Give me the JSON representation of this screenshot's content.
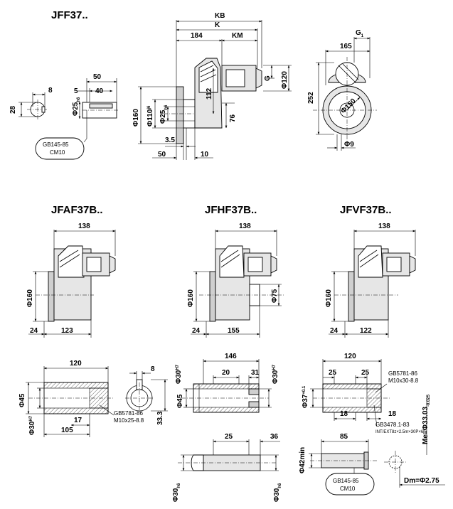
{
  "titles": {
    "jff37": "JFF37..",
    "jfaf37b": "JFAF37B..",
    "jfhf37b": "JFHF37B..",
    "jfvf37b": "JFVF37B.."
  },
  "jff37": {
    "kb": "KB",
    "k": "K",
    "d184": "184",
    "km": "KM",
    "g1": "G",
    "g1_sub": "1",
    "g": "G",
    "d165": "165",
    "phi120": "Φ120",
    "d252": "252",
    "phi150": "Φ150",
    "phi9": "Φ9",
    "phi160": "Φ160",
    "phi110": "Φ110",
    "phi110_sub": "j6",
    "phi25": "Φ25",
    "phi25_sub": "h6",
    "d112": "112",
    "d76": "76",
    "d3_5": "3.5",
    "d50b": "50",
    "d10": "10",
    "key_50": "50",
    "key_8": "8",
    "key_5": "5",
    "key_40": "40",
    "key_28": "28",
    "key_phi25": "Φ25",
    "key_phi25_sub": "h6",
    "note_line1": "GB145-85",
    "note_line2": "CM10"
  },
  "jfaf37b": {
    "d138": "138",
    "phi160": "Φ160",
    "d24": "24",
    "d123": "123"
  },
  "jfhf37b": {
    "d138": "138",
    "phi160": "Φ160",
    "phi75": "Φ75",
    "d24": "24",
    "d155": "155"
  },
  "jfvf37b": {
    "d138": "138",
    "phi160": "Φ160",
    "d24": "24",
    "d122": "122"
  },
  "bore_a": {
    "d120": "120",
    "phi45": "Φ45",
    "phi30": "Φ30",
    "phi30_sup": "H7",
    "d17": "17",
    "d105": "105",
    "note_line1": "GB5781-86",
    "note_line2": "M10x25-8.8",
    "d8": "8",
    "d33_3": "33.3"
  },
  "bore_h": {
    "d146": "146",
    "d20": "20",
    "d31": "31",
    "phi30_left": "Φ30",
    "phi30_right": "Φ30",
    "phi30_sup": "H7",
    "phi45": "Φ45",
    "d25": "25",
    "d36": "36",
    "phi30_h6_left": "Φ30",
    "phi30_h6_right": "Φ30",
    "h6_sub": "h6"
  },
  "bore_v": {
    "d120": "120",
    "d25a": "25",
    "d25b": "25",
    "note_a_line1": "GB5781-86",
    "note_a_line2": "M10x30-8.8",
    "phi37": "Φ37",
    "phi37_sup": "+0.1",
    "d18a": "18",
    "d18b": "18",
    "note_b_line1": "GB3478.1-83",
    "note_b_line2": "INT/EXT8z×2.5m×30P×6f",
    "me": "Me=Φ33.03",
    "me_sub": "-0.025",
    "d85": "85",
    "phi42min": "Φ42min",
    "note_c_line1": "GB145-85",
    "note_c_line2": "CM10",
    "dm": "Dm=Φ2.75"
  }
}
